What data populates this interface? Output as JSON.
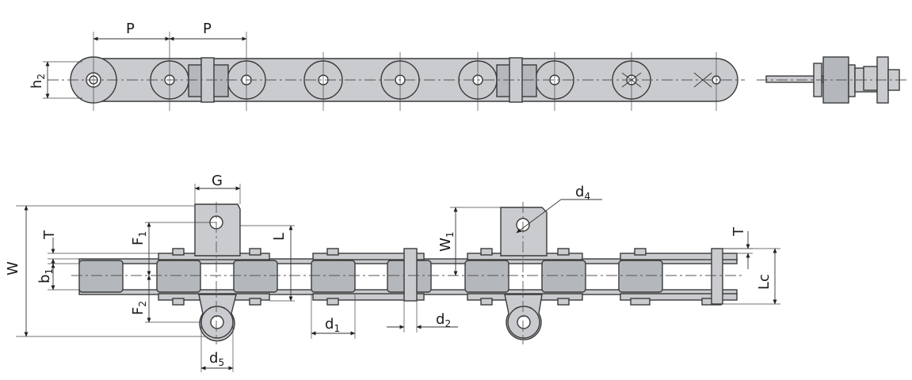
{
  "labels": {
    "P1": "P",
    "P2": "P",
    "h2": "h",
    "h2_sub": "2",
    "G": "G",
    "d4": "d",
    "d4_sub": "4",
    "T_left": "T",
    "T_right": "T",
    "W": "W",
    "W1": "W",
    "W1_sub": "1",
    "F1": "F",
    "F1_sub": "1",
    "F2": "F",
    "F2_sub": "2",
    "L": "L",
    "b1": "b",
    "b1_sub": "1",
    "Lc": "Lc",
    "d1": "d",
    "d1_sub": "1",
    "d2": "d",
    "d2_sub": "2",
    "d5": "d",
    "d5_sub": "5"
  }
}
